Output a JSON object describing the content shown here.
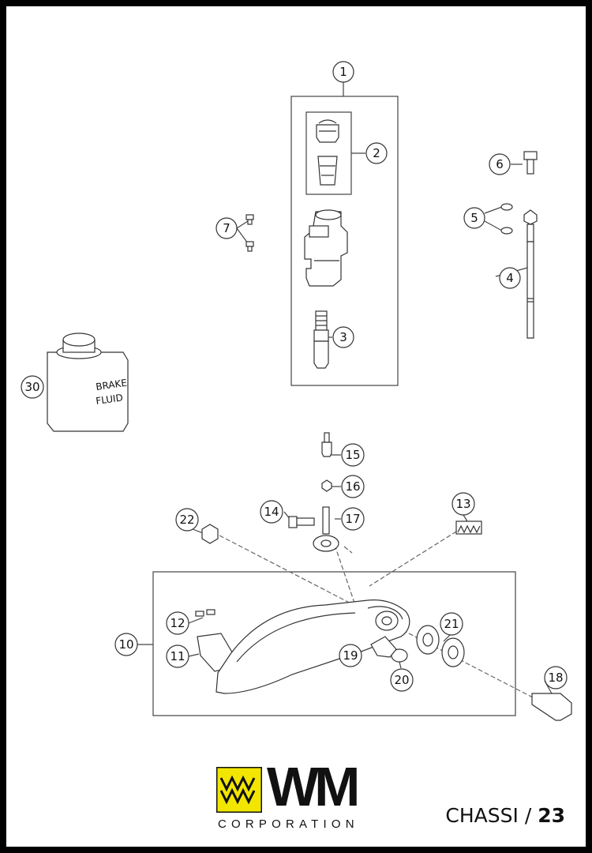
{
  "diagram": {
    "callouts": [
      "1",
      "2",
      "3",
      "4",
      "5",
      "6",
      "7",
      "10",
      "11",
      "12",
      "13",
      "14",
      "15",
      "16",
      "17",
      "18",
      "19",
      "20",
      "21",
      "22",
      "30"
    ],
    "container_text": [
      "BRAKE",
      "FLUID"
    ]
  },
  "footer": {
    "brand": "WM",
    "brand_sub": "CORPORATION",
    "section": "CHASSI /",
    "page_number": "23"
  },
  "colors": {
    "frame": "#000000",
    "logo_yellow": "#f2e600",
    "ink": "#111111"
  }
}
